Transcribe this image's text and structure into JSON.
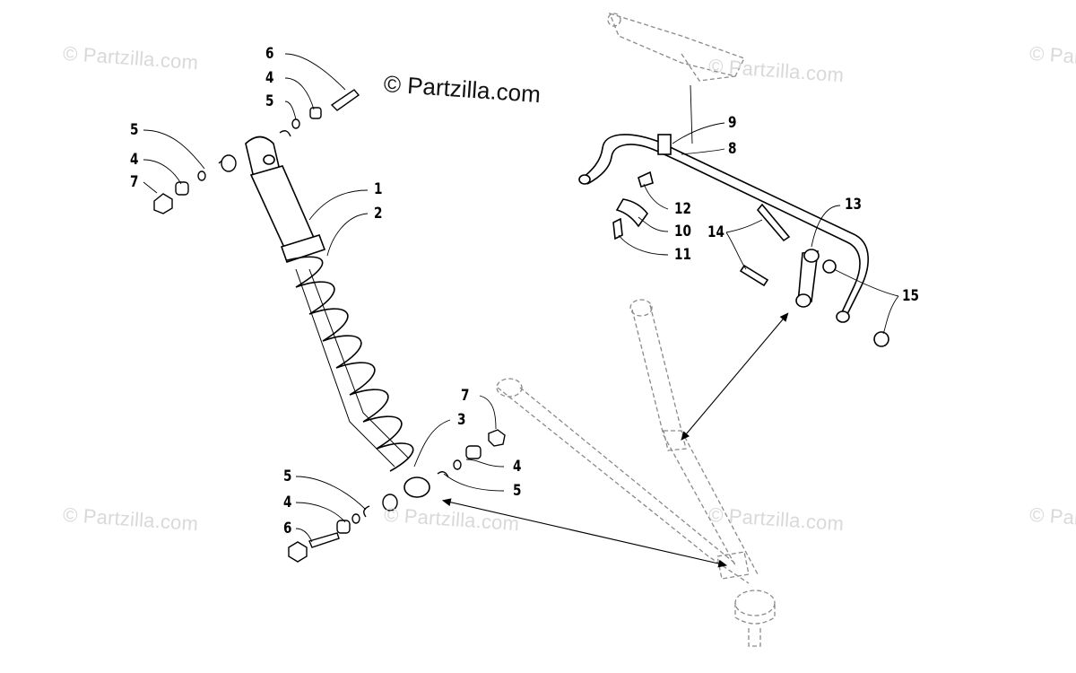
{
  "copyright": "© Partzilla.com",
  "watermark_text": "© Partzilla.com",
  "callouts": {
    "c6_top": "6",
    "c4_top": "4",
    "c5_top": "5",
    "c5_left": "5",
    "c4_left": "4",
    "c7_left": "7",
    "c1": "1",
    "c2": "2",
    "c3": "3",
    "c7_lower": "7",
    "c4_lower": "4",
    "c5_lower": "5",
    "c5_bottom": "5",
    "c4_bottom": "4",
    "c6_bottom": "6",
    "c9": "9",
    "c8": "8",
    "c12": "12",
    "c10": "10",
    "c11": "11",
    "c13": "13",
    "c14": "14",
    "c15": "15"
  },
  "colors": {
    "line": "#000000",
    "watermark": "#d9d9d9",
    "dashed": "#9a9a9a"
  }
}
